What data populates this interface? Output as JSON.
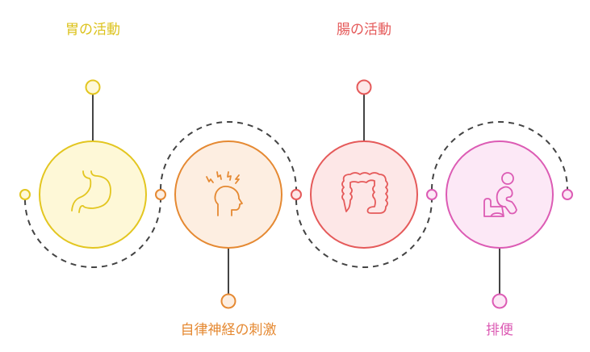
{
  "diagram": {
    "title": "",
    "steps": [
      {
        "label": "胃の活動",
        "icon": "stomach-icon",
        "position": "top",
        "stroke": "#e3c620",
        "fill": "#fef8d7",
        "text_color": "#dcc21b"
      },
      {
        "label": "自律神経の刺激",
        "icon": "head-stress-icon",
        "position": "bottom",
        "stroke": "#e58932",
        "fill": "#fdeee1",
        "text_color": "#e58932"
      },
      {
        "label": "腸の活動",
        "icon": "intestine-icon",
        "position": "top",
        "stroke": "#e55a5a",
        "fill": "#fde7e7",
        "text_color": "#e55a5a"
      },
      {
        "label": "排便",
        "icon": "toilet-person-icon",
        "position": "bottom",
        "stroke": "#dc5bb4",
        "fill": "#fce8f6",
        "text_color": "#dc5bb4"
      }
    ],
    "connector_color": "#444444"
  }
}
